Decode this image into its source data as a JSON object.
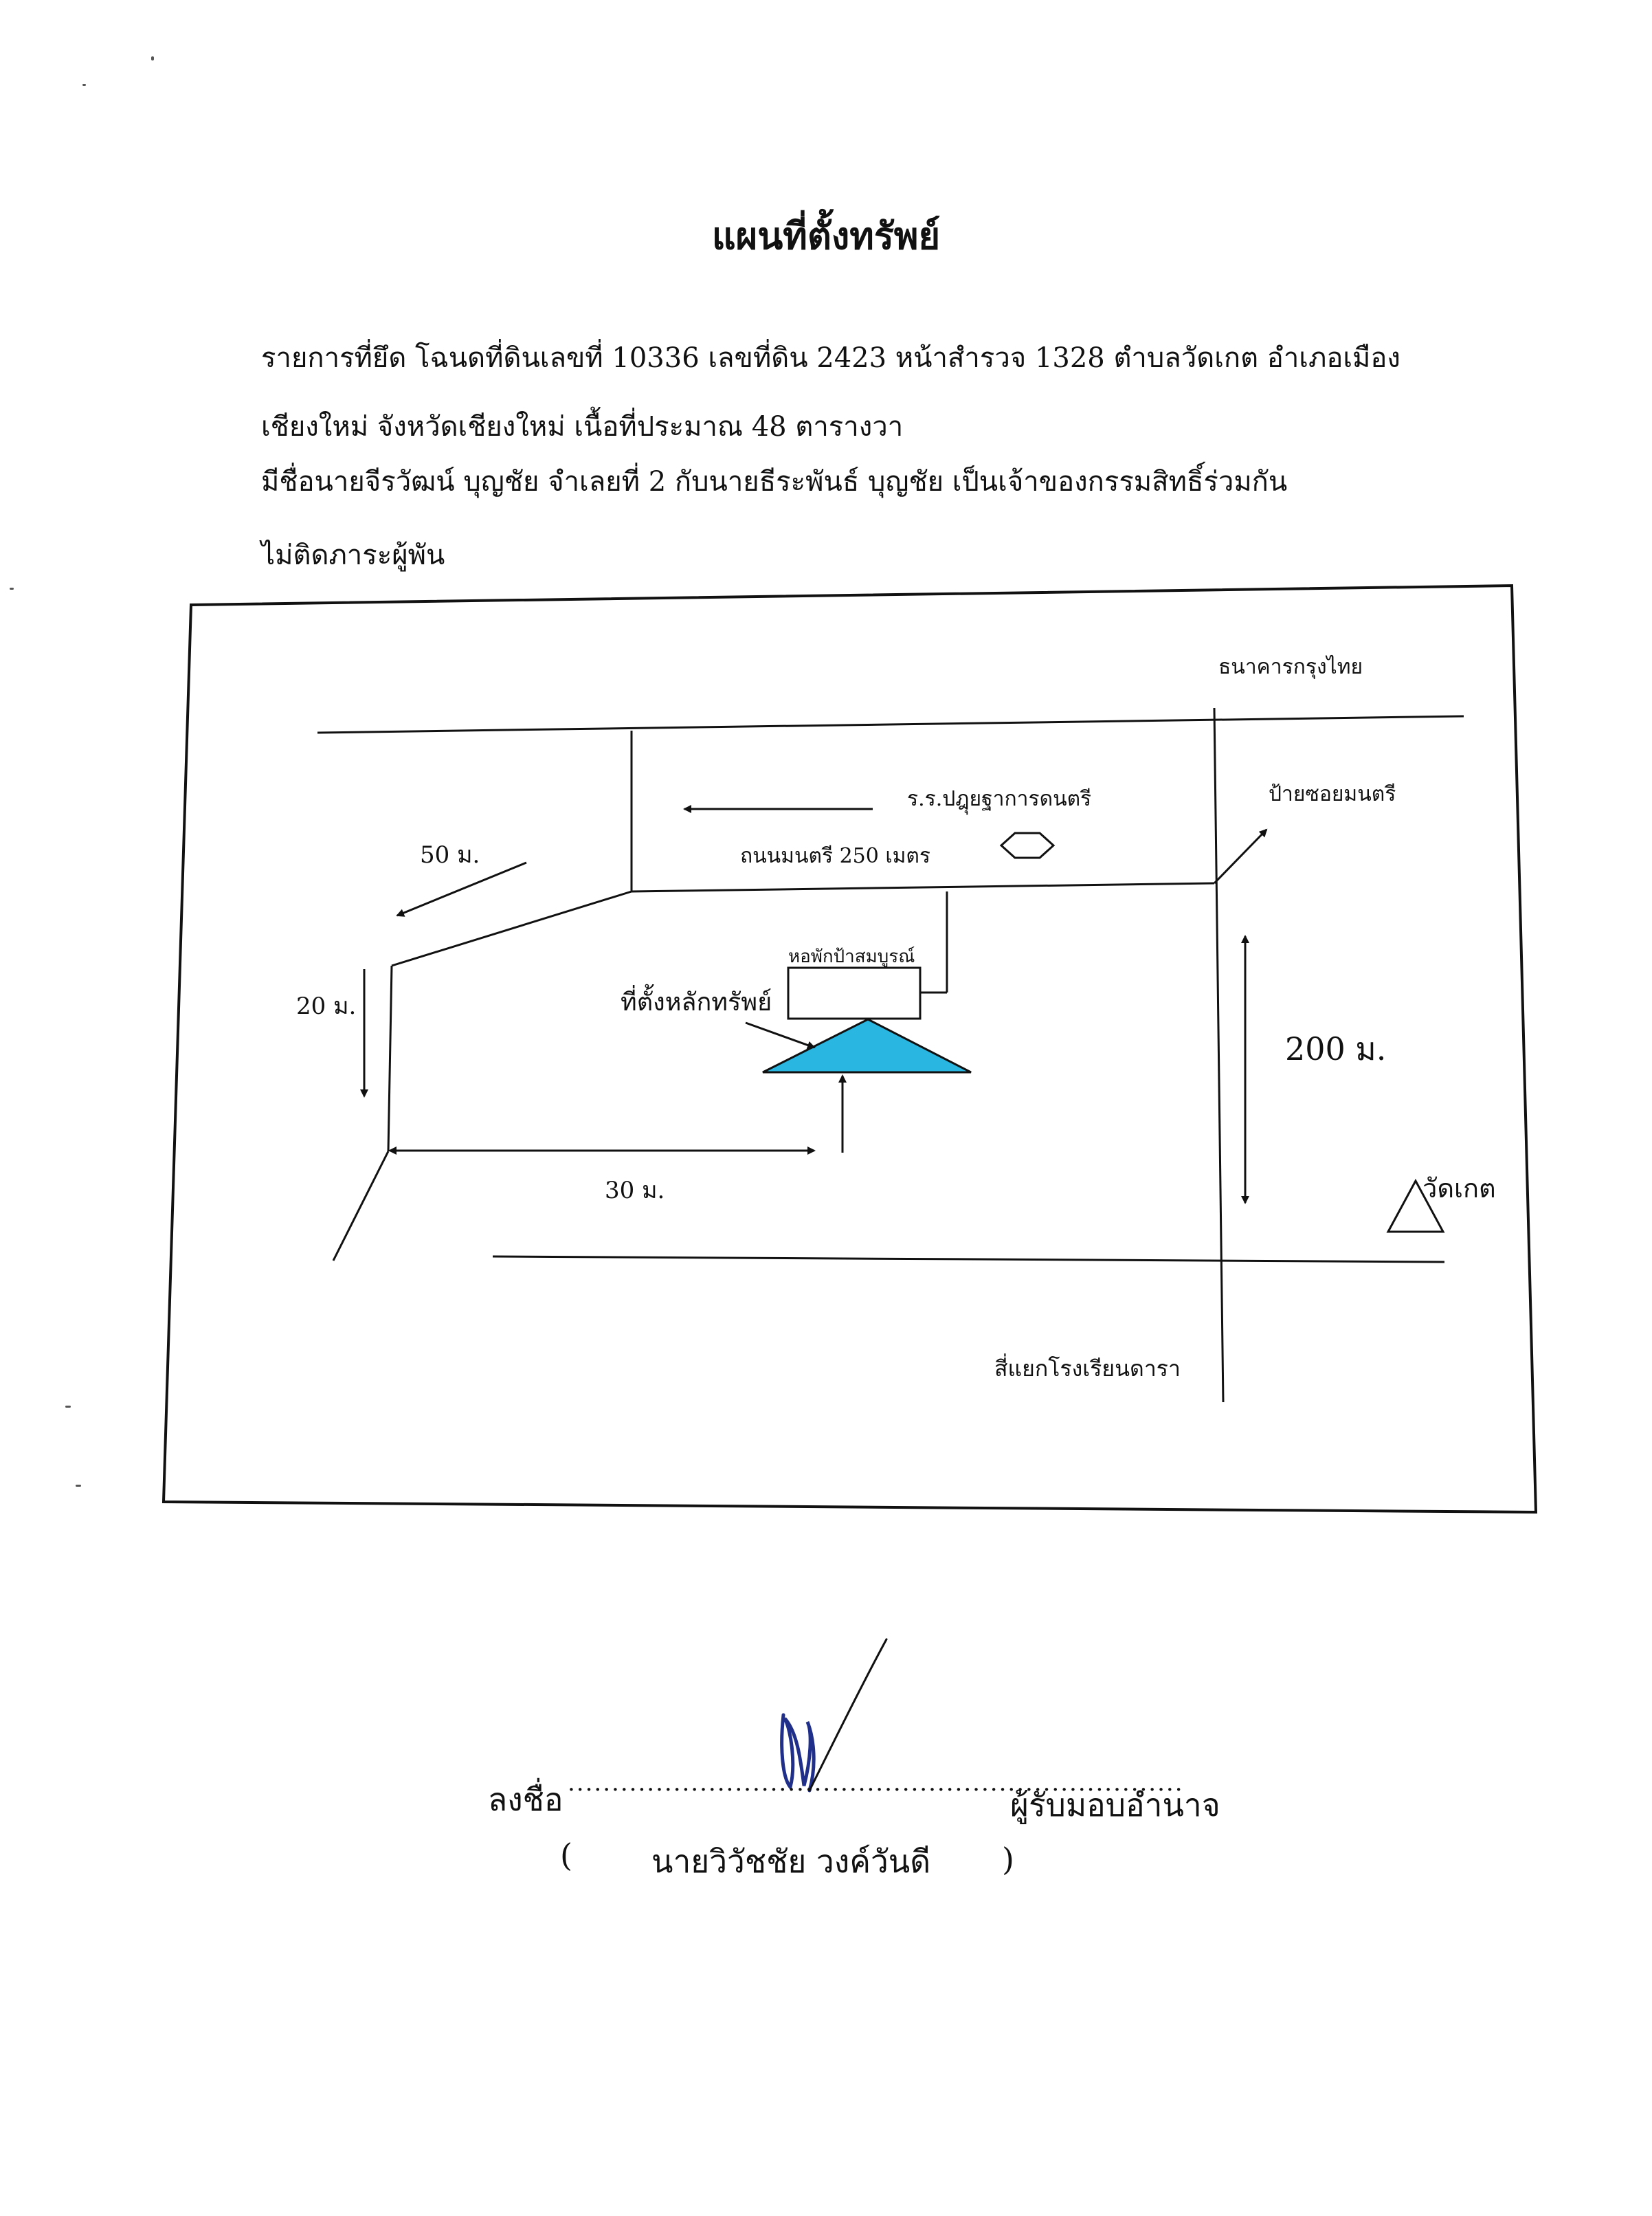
{
  "document": {
    "title": "แผนที่ตั้งทรัพย์",
    "description_lines": [
      "รายการที่ยึด  โฉนดที่ดินเลขที่  10336  เลขที่ดิน  2423  หน้าสำรวจ  1328  ตำบลวัดเกต  อำเภอเมือง",
      "เชียงใหม่  จังหวัดเชียงใหม่  เนื้อที่ประมาณ  48  ตารางวา",
      "มีชื่อนายจีรวัฒน์  บุญชัย  จำเลยที่  2  กับนายธีระพันธ์  บุญชัย     เป็นเจ้าของกรรมสิทธิ์ร่วมกัน",
      "ไม่ติดภาระผู้พัน"
    ]
  },
  "map": {
    "labels": {
      "bank": "ธนาคารกรุงไทย",
      "school": "ร.ร.ปฎุยฐาการดนตรี",
      "road": "ถนนมนตรี 250 เมตร",
      "soi_sign": "ป้ายซอยมนตรี",
      "dorm": "หอพักป้าสมบูรณ์",
      "property_location": "ที่ตั้งหลักทรัพย์",
      "dist_50": "50 ม.",
      "dist_20": "20 ม.",
      "dist_30": "30 ม.",
      "dist_200": "200 ม.",
      "temple": "วัดเกต",
      "intersection": "สี่แยกโรงเรียนดารา"
    },
    "colors": {
      "property_marker": "#29b6e0",
      "lines": "#111111"
    }
  },
  "signature": {
    "label": "ลงชื่อ",
    "dots": "......................................................................",
    "role": "ผู้รับมอบอำนาจ",
    "paren_open": "(",
    "name": "นายวิวัชชัย  วงค์วันดี",
    "paren_close": ")"
  }
}
